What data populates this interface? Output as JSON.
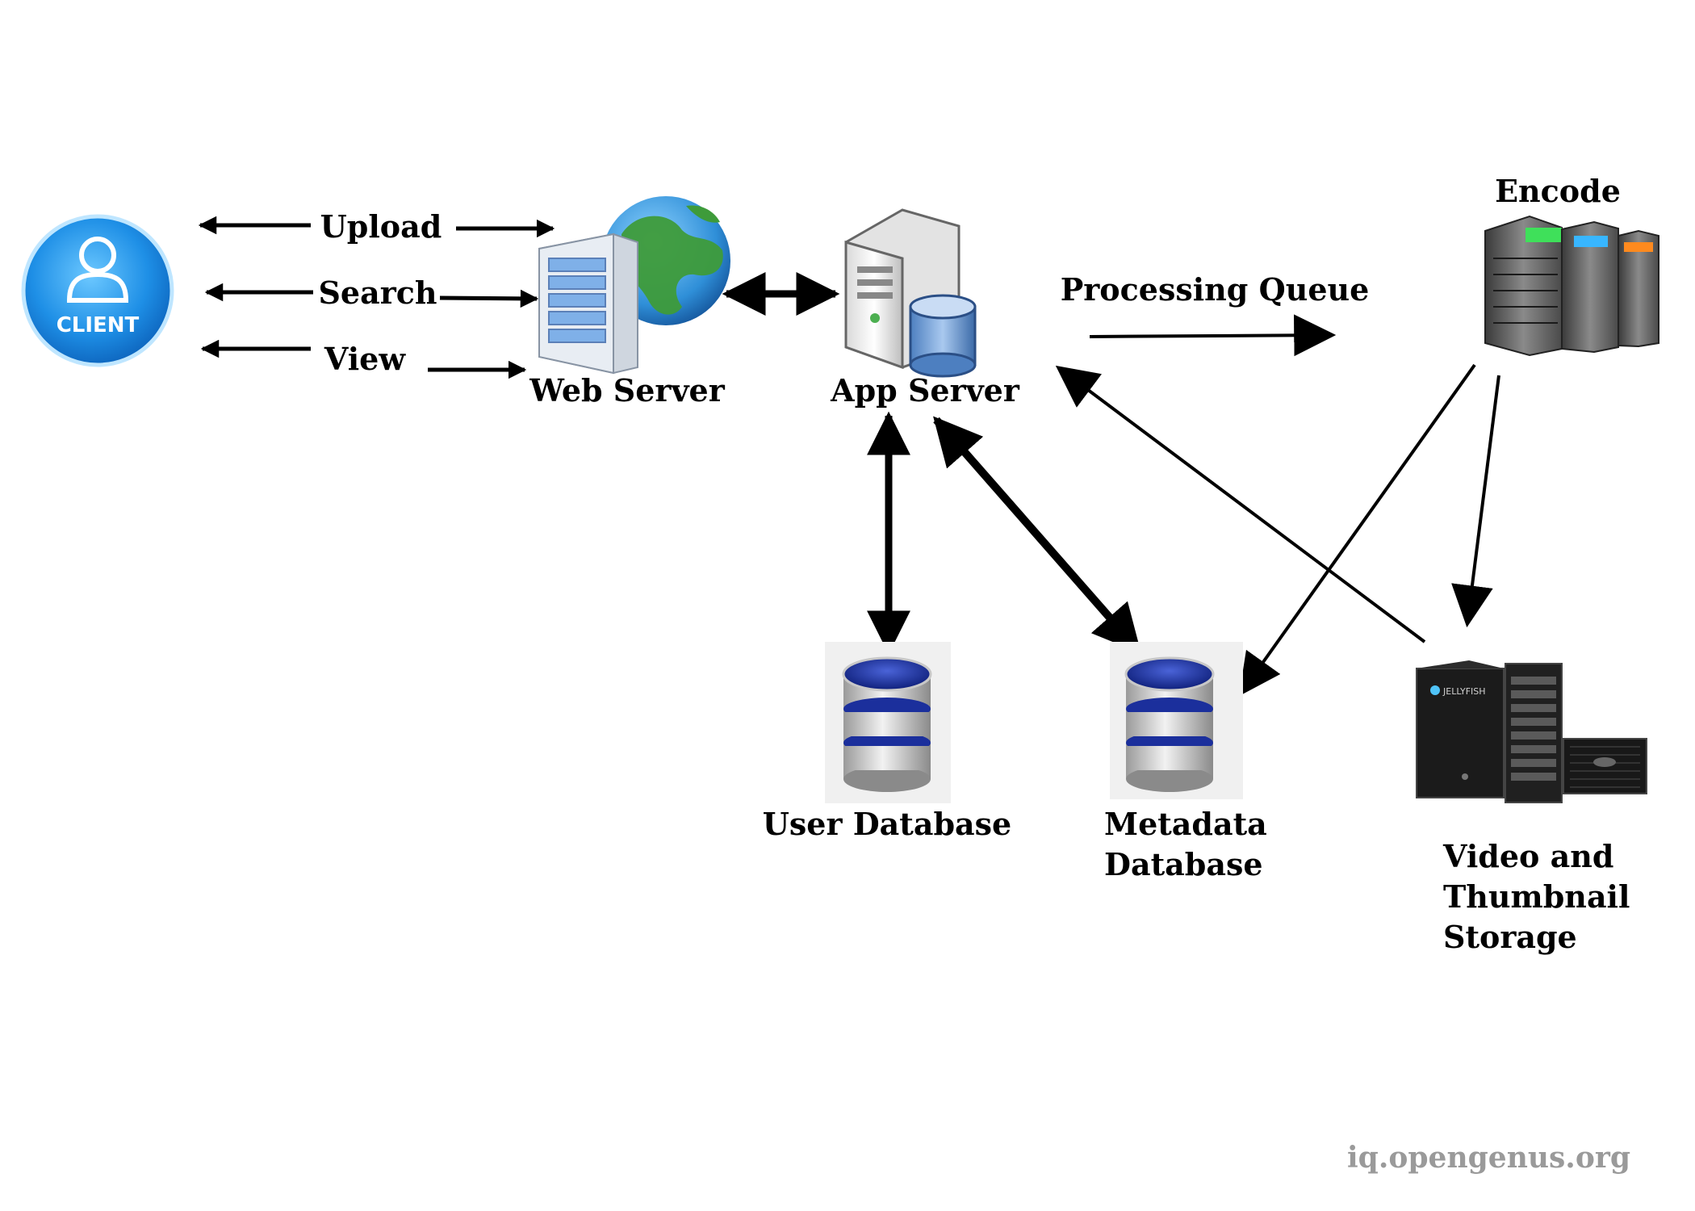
{
  "nodes": {
    "client": {
      "label": "CLIENT"
    },
    "web_server": {
      "label": "Web Server"
    },
    "app_server": {
      "label": "App Server"
    },
    "encode": {
      "label": "Encode"
    },
    "user_db": {
      "label": "User Database"
    },
    "metadata_db": {
      "lines": [
        "Metadata",
        "Database"
      ]
    },
    "storage": {
      "lines": [
        "Video and",
        "Thumbnail",
        "Storage"
      ]
    },
    "storage_brand": {
      "label": "JELLYFISH"
    }
  },
  "edges": {
    "upload": "Upload",
    "search": "Search",
    "view": "View",
    "processing_queue": "Processing Queue"
  },
  "watermark": "iq.opengenus.org",
  "colors": {
    "client_fill": "#1e8fe6",
    "db_top": "#1b2f9c",
    "globe": "#2f8fd8",
    "arrow": "#000000",
    "watermark": "#9a9a9a"
  }
}
